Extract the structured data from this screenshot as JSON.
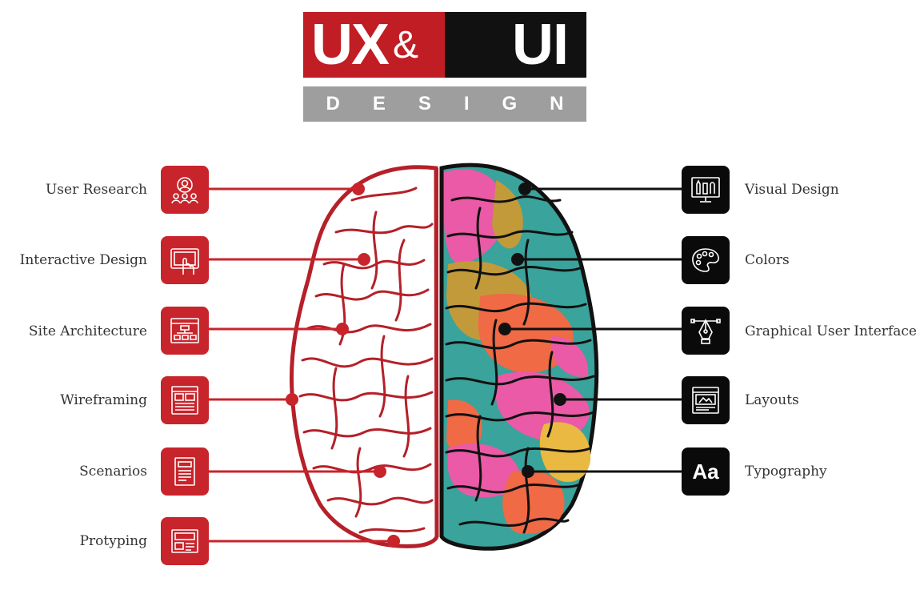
{
  "logo": {
    "ux": "UX",
    "amp": "&",
    "ui": "UI",
    "design_letters": [
      "D",
      "E",
      "S",
      "I",
      "G",
      "N"
    ],
    "colors": {
      "red": "#c01d24",
      "black": "#111111",
      "gray": "#9e9e9e"
    }
  },
  "left_items": [
    {
      "label": "User Research",
      "icon": "user-research-icon"
    },
    {
      "label": "Interactive Design",
      "icon": "touch-tablet-icon"
    },
    {
      "label": "Site Architecture",
      "icon": "sitemap-icon"
    },
    {
      "label": "Wireframing",
      "icon": "wireframe-icon"
    },
    {
      "label": "Scenarios",
      "icon": "scenario-document-icon"
    },
    {
      "label": "Protyping",
      "icon": "prototype-icon"
    }
  ],
  "right_items": [
    {
      "label": "Visual Design",
      "icon": "visual-design-icon"
    },
    {
      "label": "Colors",
      "icon": "palette-icon"
    },
    {
      "label": "Graphical User Interface",
      "icon": "pen-tool-icon"
    },
    {
      "label": "Layouts",
      "icon": "layout-icon"
    },
    {
      "label": "Typography",
      "icon": "typography-icon",
      "glyph": "Aa"
    }
  ]
}
